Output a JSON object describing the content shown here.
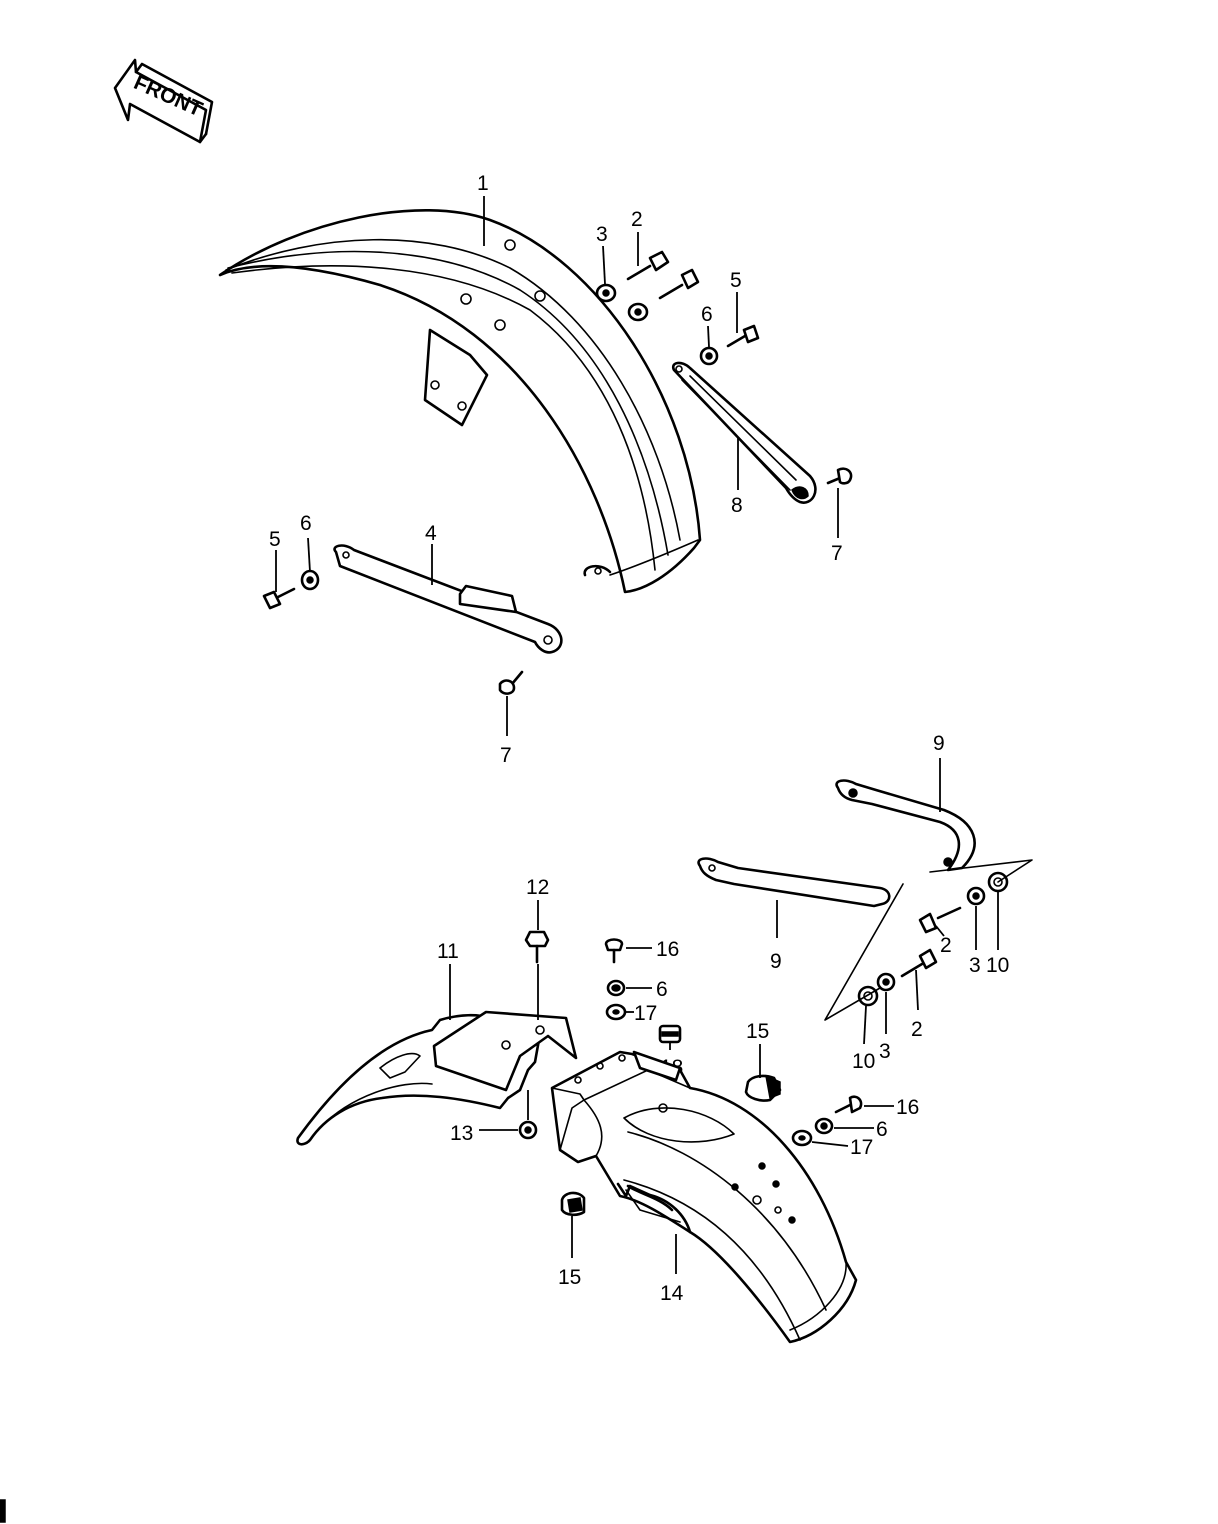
{
  "front_arrow": {
    "label": "FRONT"
  },
  "callouts": {
    "c1": "1",
    "c2a": "2",
    "c2b": "2",
    "c2c": "2",
    "c3a": "3",
    "c3b": "3",
    "c3c": "3",
    "c4": "4",
    "c5a": "5",
    "c5b": "5",
    "c6a": "6",
    "c6b": "6",
    "c6c": "6",
    "c6d": "6",
    "c7a": "7",
    "c7b": "7",
    "c8": "8",
    "c9a": "9",
    "c9b": "9",
    "c10a": "10",
    "c10b": "10",
    "c11": "11",
    "c12": "12",
    "c13": "13",
    "c14": "14",
    "c15a": "15",
    "c15b": "15",
    "c16a": "16",
    "c16b": "16",
    "c17a": "17",
    "c17b": "17",
    "c18": "18"
  }
}
